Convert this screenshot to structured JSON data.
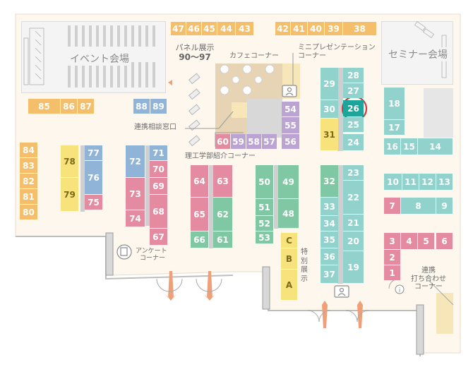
{
  "colors": {
    "orange": "#f5be6a",
    "blue": "#8fb4d8",
    "pink": "#e58ba1",
    "green": "#80c8a4",
    "teal": "#91d2cd",
    "yellow": "#f7e27b",
    "purple": "#bba3d4",
    "gray": "#c8c8c8",
    "highlight": "#1fa49a",
    "circle": "#d9373d",
    "floor": "#fdf7ee",
    "arrow": "#e8a07a"
  },
  "labels": {
    "event_hall": "イベント会場",
    "seminar_hall": "セミナー会場",
    "panel_l1": "パネル展示",
    "panel_l2": "90～97",
    "cafe": "カフェコーナー",
    "mini_l1": "ミニプレゼンテーション",
    "mini_l2": "コーナー",
    "collab": "連携相談窓口",
    "science": "理工学部紹介コーナー",
    "survey_l1": "アンケート",
    "survey_l2": "コーナー",
    "special_l1": "特",
    "special_l2": "別",
    "special_l3": "展",
    "special_l4": "示",
    "meeting_l1": "連携",
    "meeting_l2": "打ち合わせ",
    "meeting_l3": "コーナー"
  },
  "booths": [
    {
      "id": "47",
      "c": "orange"
    },
    {
      "id": "46",
      "c": "orange"
    },
    {
      "id": "45",
      "c": "orange"
    },
    {
      "id": "44",
      "c": "orange"
    },
    {
      "id": "43",
      "c": "orange"
    },
    {
      "id": "42",
      "c": "orange"
    },
    {
      "id": "41",
      "c": "orange"
    },
    {
      "id": "40",
      "c": "orange"
    },
    {
      "id": "39",
      "c": "orange"
    },
    {
      "id": "38",
      "c": "orange"
    },
    {
      "id": "85",
      "c": "orange"
    },
    {
      "id": "86",
      "c": "orange"
    },
    {
      "id": "87",
      "c": "orange"
    },
    {
      "id": "88",
      "c": "blue"
    },
    {
      "id": "89",
      "c": "blue"
    },
    {
      "id": "84",
      "c": "orange"
    },
    {
      "id": "83",
      "c": "orange"
    },
    {
      "id": "82",
      "c": "orange"
    },
    {
      "id": "81",
      "c": "orange"
    },
    {
      "id": "80",
      "c": "orange"
    },
    {
      "id": "78",
      "c": "yellow"
    },
    {
      "id": "79",
      "c": "yellow"
    },
    {
      "id": "77",
      "c": "blue"
    },
    {
      "id": "76",
      "c": "blue"
    },
    {
      "id": "75",
      "c": "pink"
    },
    {
      "id": "72",
      "c": "blue"
    },
    {
      "id": "73",
      "c": "pink"
    },
    {
      "id": "74",
      "c": "pink"
    },
    {
      "id": "71",
      "c": "blue"
    },
    {
      "id": "70",
      "c": "pink"
    },
    {
      "id": "69",
      "c": "pink"
    },
    {
      "id": "68",
      "c": "pink"
    },
    {
      "id": "67",
      "c": "pink"
    },
    {
      "id": "64",
      "c": "pink"
    },
    {
      "id": "65",
      "c": "pink"
    },
    {
      "id": "66",
      "c": "green"
    },
    {
      "id": "63",
      "c": "pink"
    },
    {
      "id": "62",
      "c": "green"
    },
    {
      "id": "61",
      "c": "green"
    },
    {
      "id": "60",
      "c": "pink"
    },
    {
      "id": "59",
      "c": "purple"
    },
    {
      "id": "58",
      "c": "purple"
    },
    {
      "id": "57",
      "c": "purple"
    },
    {
      "id": "56",
      "c": "purple"
    },
    {
      "id": "54",
      "c": "purple"
    },
    {
      "id": "55",
      "c": "purple"
    },
    {
      "id": "50",
      "c": "green"
    },
    {
      "id": "51",
      "c": "green"
    },
    {
      "id": "52",
      "c": "green"
    },
    {
      "id": "53",
      "c": "green"
    },
    {
      "id": "49",
      "c": "green"
    },
    {
      "id": "48",
      "c": "green"
    },
    {
      "id": "C",
      "c": "yellow"
    },
    {
      "id": "B",
      "c": "yellow"
    },
    {
      "id": "A",
      "c": "yellow"
    },
    {
      "id": "29",
      "c": "teal"
    },
    {
      "id": "30",
      "c": "teal"
    },
    {
      "id": "31",
      "c": "yellow"
    },
    {
      "id": "28",
      "c": "teal"
    },
    {
      "id": "27",
      "c": "teal"
    },
    {
      "id": "26",
      "c": "highlight"
    },
    {
      "id": "25",
      "c": "teal"
    },
    {
      "id": "24",
      "c": "teal"
    },
    {
      "id": "32",
      "c": "green"
    },
    {
      "id": "33",
      "c": "teal"
    },
    {
      "id": "34",
      "c": "teal"
    },
    {
      "id": "35",
      "c": "teal"
    },
    {
      "id": "36",
      "c": "teal"
    },
    {
      "id": "37",
      "c": "teal"
    },
    {
      "id": "23",
      "c": "teal"
    },
    {
      "id": "22",
      "c": "teal"
    },
    {
      "id": "21",
      "c": "teal"
    },
    {
      "id": "20",
      "c": "teal"
    },
    {
      "id": "19",
      "c": "teal"
    },
    {
      "id": "18",
      "c": "teal"
    },
    {
      "id": "17",
      "c": "teal"
    },
    {
      "id": "16",
      "c": "teal"
    },
    {
      "id": "15",
      "c": "teal"
    },
    {
      "id": "14",
      "c": "teal"
    },
    {
      "id": "10",
      "c": "teal"
    },
    {
      "id": "11",
      "c": "teal"
    },
    {
      "id": "12",
      "c": "teal"
    },
    {
      "id": "13",
      "c": "teal"
    },
    {
      "id": "7",
      "c": "pink"
    },
    {
      "id": "8",
      "c": "teal"
    },
    {
      "id": "9",
      "c": "teal"
    },
    {
      "id": "3",
      "c": "pink"
    },
    {
      "id": "4",
      "c": "pink"
    },
    {
      "id": "5",
      "c": "pink"
    },
    {
      "id": "6",
      "c": "pink"
    },
    {
      "id": "2",
      "c": "pink"
    },
    {
      "id": "1",
      "c": "pink"
    }
  ]
}
